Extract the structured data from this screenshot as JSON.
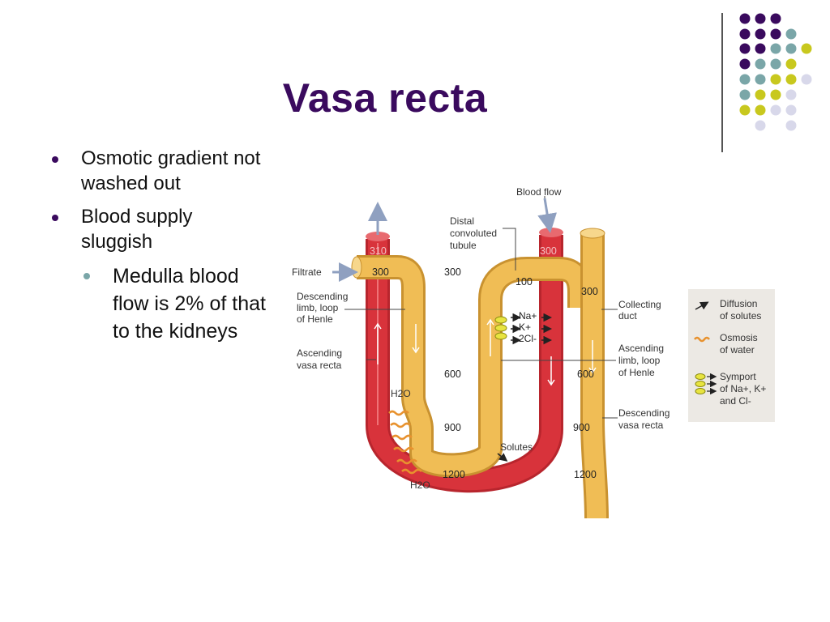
{
  "slide": {
    "title": "Vasa recta",
    "bullets": [
      "Osmotic gradient not washed out",
      "Blood supply sluggish"
    ],
    "sub_bullets": [
      "Medulla blood flow is 2% of that to the kidneys"
    ]
  },
  "diagram": {
    "labels": {
      "blood_flow": "Blood flow",
      "distal_tubule": [
        "Distal",
        "convoluted",
        "tubule"
      ],
      "filtrate": "Filtrate",
      "descending_limb": [
        "Descending",
        "limb, loop",
        "of Henle"
      ],
      "ascending_vasa_recta": [
        "Ascending",
        "vasa recta"
      ],
      "collecting_duct": [
        "Collecting",
        "duct"
      ],
      "ascending_limb": [
        "Ascending",
        "limb, loop",
        "of Henle"
      ],
      "descending_vasa_recta": [
        "Descending",
        "vasa recta"
      ],
      "solutes": "Solutes",
      "water": "H2O",
      "ions": [
        "Na+",
        "K+",
        "2Cl-"
      ]
    },
    "values": {
      "v310": "310",
      "v300a": "300",
      "v300b": "300",
      "v300c": "300",
      "v300d": "300",
      "v100": "100",
      "v600a": "600",
      "v600b": "600",
      "v900a": "900",
      "v900b": "900",
      "v1200a": "1200",
      "v1200b": "1200"
    },
    "legend": {
      "diffusion": [
        "Diffusion",
        "of solutes"
      ],
      "osmosis": [
        "Osmosis",
        "of water"
      ],
      "symport": [
        "Symport",
        "of Na+, K+",
        "and Cl-"
      ]
    },
    "colors": {
      "blood": "#d8333b",
      "tubule": "#f0bd55",
      "title": "#3a0a5e",
      "legend_bg": "#ece9e4"
    }
  }
}
